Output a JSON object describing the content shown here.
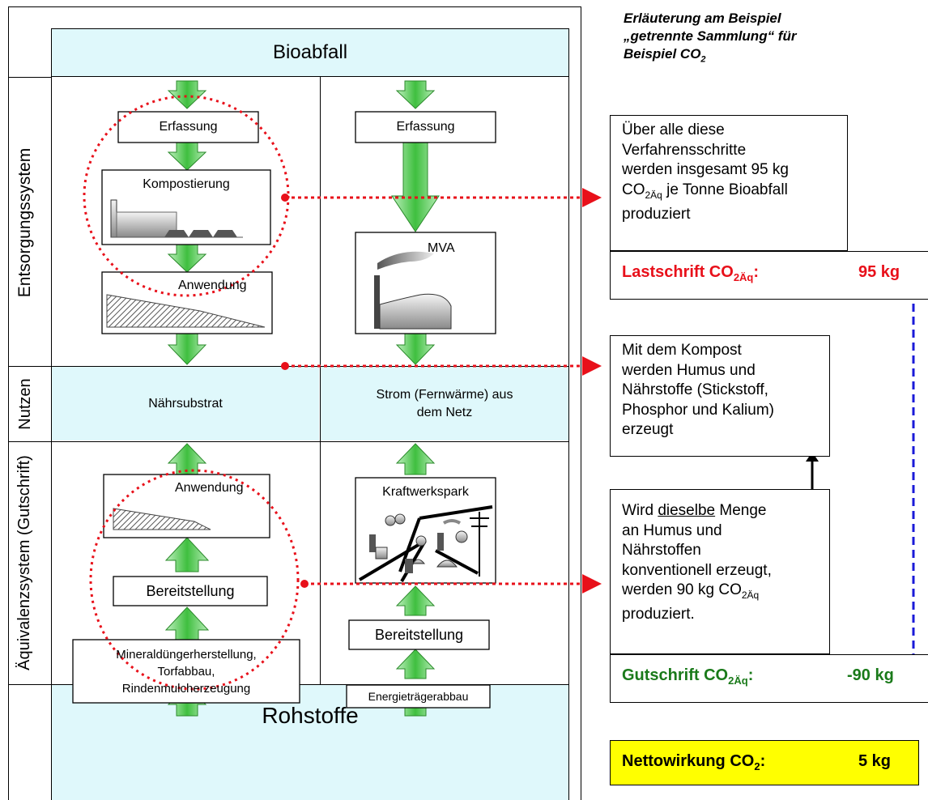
{
  "header_note": {
    "line1": "Erläuterung am Beispiel",
    "line2": "„getrennte Sammlung“ für",
    "line3_prefix": "Beispiel CO",
    "line3_sub": "2"
  },
  "top_band": "Bioabfall",
  "bottom_band": "Rohstoffe",
  "row_labels": {
    "entsorgung": "Entsorgungssystem",
    "nutzen": "Nutzen",
    "aequivalenz": "Äquivalenzsystem (Gutschrift)"
  },
  "left_column": {
    "erfassung": "Erfassung",
    "kompostierung": "Kompostierung",
    "anwendung_top": "Anwendung",
    "naehrsubstrat": "Nährsubstrat",
    "anwendung_bottom": "Anwendung",
    "bereitstellung": "Bereitstellung",
    "mineral": [
      "Mineraldüngerherstellung,",
      "Torfabbau,",
      "Rindenmulcherzeugung"
    ]
  },
  "right_column": {
    "erfassung": "Erfassung",
    "mva": "MVA",
    "strom": [
      "Strom (Fernwärme) aus",
      "dem Netz"
    ],
    "kraftwerkspark": "Kraftwerkspark",
    "bereitstellung": "Bereitstellung",
    "energietraeger": "Energieträgerabbau"
  },
  "explanations": {
    "box1": {
      "l1": "Über alle diese",
      "l2": "Verfahrensschritte",
      "l3": "werden insgesamt 95 kg",
      "l4_pre": "CO",
      "l4_sub": "2Äq",
      "l4_post": " je Tonne Bioabfall",
      "l5": "produziert"
    },
    "box2": [
      "Mit dem Kompost",
      "werden  Humus und",
      "Nährstoffe (Stickstoff,",
      "Phosphor und Kalium)",
      "erzeugt"
    ],
    "box3": {
      "l1_pre": "Wird ",
      "l1_u": "dieselbe",
      "l1_post": " Menge",
      "l2": "an Humus und",
      "l3": "Nährstoffen",
      "l4": "konventionell erzeugt,",
      "l5_pre": "werden 90 kg CO",
      "l5_sub": "2Äq",
      "l6": "produziert."
    }
  },
  "lastschrift": {
    "label_pre": "Lastschrift CO",
    "label_sub": "2Äq",
    "label_post": ":",
    "value": "95 kg"
  },
  "gutschrift": {
    "label_pre": "Gutschrift CO",
    "label_sub": "2Äq",
    "label_post": ":",
    "value": "-90 kg"
  },
  "netto": {
    "label_pre": "Nettowirkung CO",
    "label_sub": "2",
    "label_post": ":",
    "value": "5 kg"
  },
  "colors": {
    "arrow_green": "#39b539",
    "band_cyan": "#dff8fb",
    "debit_red": "#e8101a",
    "credit_green": "#1a7a1a",
    "net_yellow": "#ffff00",
    "connector_blue": "#1a1ad8"
  }
}
